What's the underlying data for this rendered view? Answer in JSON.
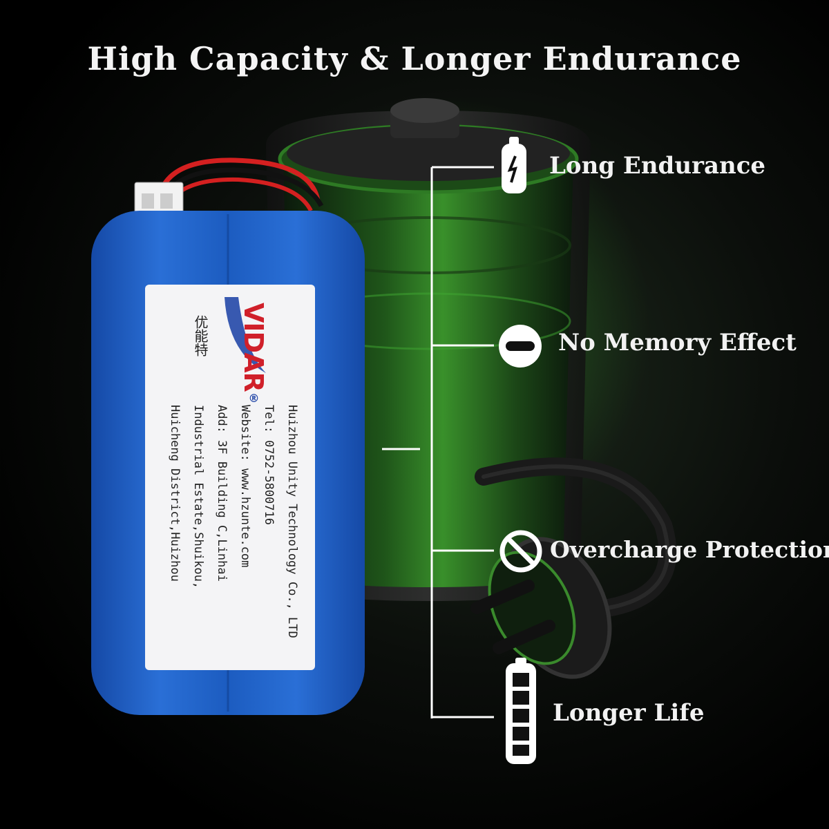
{
  "headline": "High Capacity & Longer Endurance",
  "features": [
    {
      "label": "Long Endurance",
      "icon": "lightning-battery-icon"
    },
    {
      "label": "No Memory Effect",
      "icon": "minus-circle-icon"
    },
    {
      "label": "Overcharge Protection",
      "icon": "prohibited-circle-icon"
    },
    {
      "label": "Longer Life",
      "icon": "full-battery-icon"
    }
  ],
  "product_label": {
    "brand": "VIDAR",
    "brand_mark": "®",
    "chinese_name": "优能特",
    "company": "Huizhou Unity Technology Co., LTD",
    "tel": "Tel: 0752-5800716",
    "website": "Website: www.hzunte.com",
    "address_1": "Add: 3F Building C,Linhai",
    "address_2": "Industrial Estate,Shuikou,",
    "address_3": "Huicheng District,Huizhou"
  },
  "colors": {
    "battery_blue": "#1f5fc4",
    "glow_green": "#2f8f24",
    "text_white": "#f2f2f2",
    "brand_red": "#d0202a",
    "brand_blue": "#2448a8"
  }
}
